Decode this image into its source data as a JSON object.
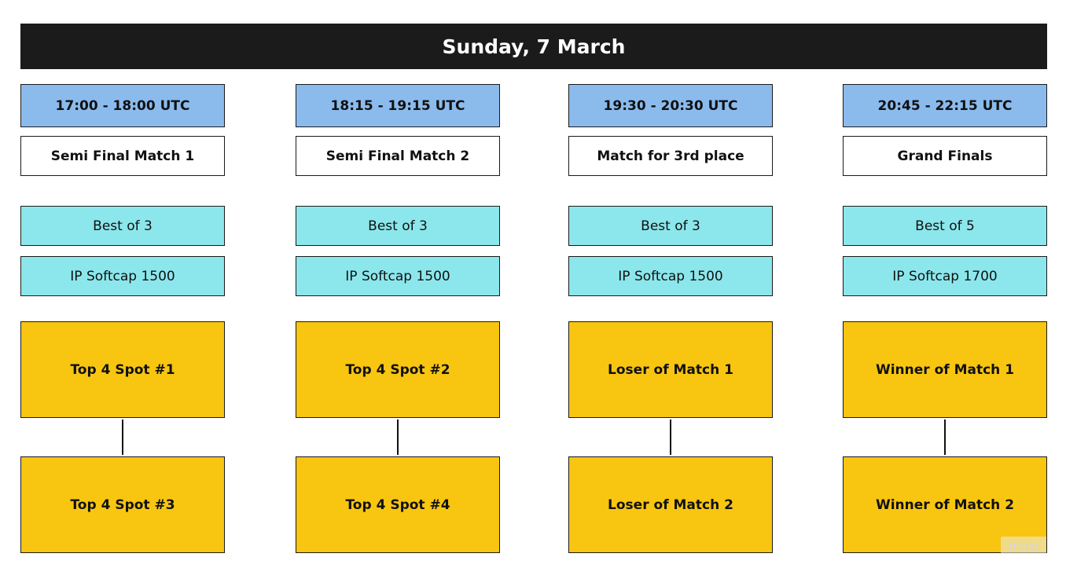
{
  "title": "Sunday, 7 March",
  "columns": [
    {
      "time": "17:00 - 18:00 UTC",
      "match": "Semi Final Match 1",
      "format": "Best of 3",
      "softcap": "IP Softcap 1500",
      "slot_a": "Top 4 Spot #1",
      "slot_b": "Top 4 Spot #3"
    },
    {
      "time": "18:15 - 19:15 UTC",
      "match": "Semi Final Match 2",
      "format": "Best of 3",
      "softcap": "IP Softcap 1500",
      "slot_a": "Top 4 Spot #2",
      "slot_b": "Top 4 Spot #4"
    },
    {
      "time": "19:30 - 20:30 UTC",
      "match": "Match for 3rd place",
      "format": "Best of 3",
      "softcap": "IP Softcap 1500",
      "slot_a": "Loser of Match 1",
      "slot_b": "Loser of Match 2"
    },
    {
      "time": "20:45 - 22:15 UTC",
      "match": "Grand Finals",
      "format": "Best of 5",
      "softcap": "IP Softcap 1700",
      "slot_a": "Winner of Match 1",
      "slot_b": "Winner of Match 2"
    }
  ],
  "watermark": "miro",
  "colors": {
    "title_bg": "#1b1b1b",
    "time_bg": "#8bbbec",
    "format_bg": "#8ce7ec",
    "slot_bg": "#f8c511"
  }
}
